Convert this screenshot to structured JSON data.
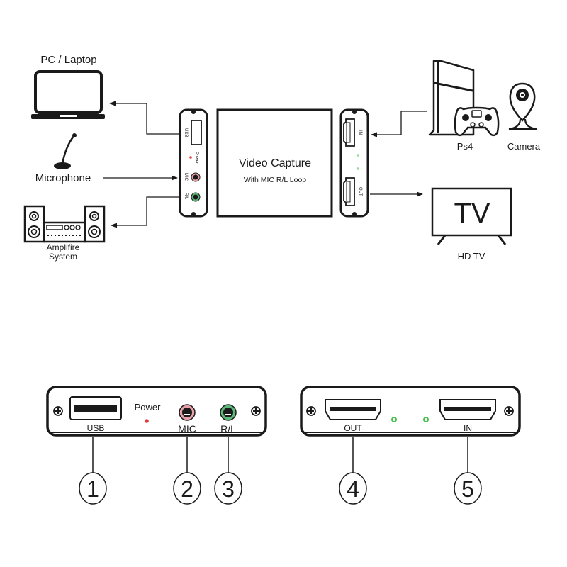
{
  "top_diagram": {
    "devices": {
      "pc": {
        "label": "PC / Laptop"
      },
      "microphone": {
        "label": "Microphone"
      },
      "amplifier": {
        "label_line1": "Amplifire",
        "label_line2": "System"
      },
      "ps4": {
        "label": "Ps4"
      },
      "camera": {
        "label": "Camera"
      },
      "tv": {
        "screen_text": "TV",
        "label": "HD TV"
      }
    },
    "capture_box": {
      "title": "Video Capture",
      "subtitle": "With MIC R/L Loop",
      "left_panel": {
        "usb": "USB",
        "power": "Power",
        "mic": "MIC",
        "rl": "R/L"
      },
      "right_panel": {
        "in": "IN",
        "out": "OUT"
      }
    }
  },
  "bottom_panels": {
    "left_panel": {
      "usb": "USB",
      "power": "Power",
      "mic": "MIC",
      "rl": "R/L"
    },
    "right_panel": {
      "out": "OUT",
      "in": "IN"
    },
    "callouts": [
      "1",
      "2",
      "3",
      "4",
      "5"
    ]
  },
  "colors": {
    "power_led": "#e03a3a",
    "status_led": "#4cc04c",
    "mic_jack": "#e8a0a8",
    "rl_jack": "#5cb878",
    "line": "#1a1a1a"
  }
}
